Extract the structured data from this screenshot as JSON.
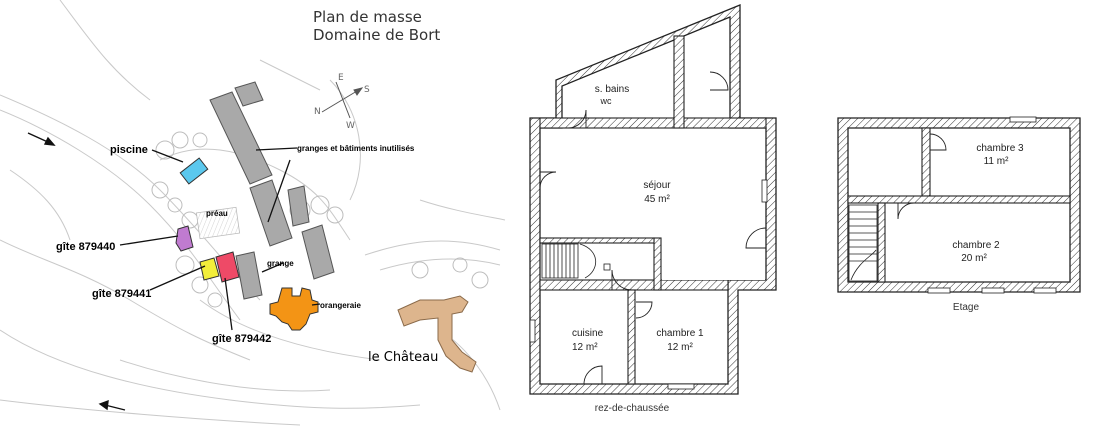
{
  "site_plan": {
    "title_line1": "Plan de masse",
    "title_line2": "Domaine de Bort",
    "compass": {
      "e": "E",
      "s": "S",
      "n": "N",
      "w": "W"
    },
    "labels": {
      "piscine": "piscine",
      "granges": "granges et bâtiments inutilisés",
      "preau": "préau",
      "gite_879440": "gîte 879440",
      "gite_879441": "gîte 879441",
      "gite_879442": "gîte 879442",
      "grange": "grange",
      "orangeraie": "orangeraie",
      "chateau": "le Château"
    },
    "colors": {
      "piscine": "#5bc8ee",
      "gite_879440": "#c07bd0",
      "gite_879441": "#f2ee3a",
      "gite_879442": "#ee4a67",
      "orangeraie": "#f39415",
      "chateau": "#ddb58d",
      "buildings": "#a9a9a9"
    }
  },
  "ground_floor": {
    "caption": "rez-de-chaussée",
    "sdb_line1": "s. bains",
    "sdb_line2": "wc",
    "sejour_name": "séjour",
    "sejour_area": "45 m²",
    "cuisine_name": "cuisine",
    "cuisine_area": "12 m²",
    "chambre1_name": "chambre 1",
    "chambre1_area": "12 m²"
  },
  "upper_floor": {
    "caption": "Etage",
    "chambre3_name": "chambre 3",
    "chambre3_area": "11 m²",
    "chambre2_name": "chambre 2",
    "chambre2_area": "20 m²"
  }
}
